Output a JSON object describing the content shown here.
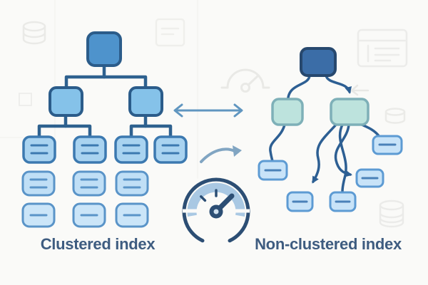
{
  "labels": {
    "left": "Clustered index",
    "right": "Non-clustered index"
  },
  "colors": {
    "background": "#fafaf8",
    "clustered_root_fill": "#4e93cc",
    "clustered_internal_fill": "#85c2e9",
    "clustered_leaf_row1_fill": "#a9d3f0",
    "clustered_leaf_row2_fill": "#c0dff6",
    "clustered_leaf_row3_fill": "#cbe5f8",
    "nonclustered_root_fill": "#3b6da7",
    "index_node_fill": "#bde3dd",
    "index_node_border": "#7eb0b8",
    "data_node_fill": "#c8e3f8",
    "data_node_border": "#5d9bd3",
    "connector": "#2d5f93",
    "node_border_dark": "#2b5c8a",
    "label_text": "#3e5c80",
    "gauge_dark": "#2c4e74",
    "gauge_light": "#a9c8e3",
    "double_arrow": "#6096c0",
    "curved_arrow": "#81a5c2",
    "faint_icon": "#eaeae7"
  },
  "diagram": {
    "left_tree": {
      "type": "balanced b-tree",
      "root_nodes": 1,
      "internal_nodes": 2,
      "leaf_row_counts": [
        4,
        3,
        3
      ]
    },
    "right_tree": {
      "type": "index nodes pointing to scattered data rows",
      "root_nodes": 1,
      "index_nodes": 2,
      "data_nodes": 5
    },
    "middle_icons": [
      "double-headed-arrow",
      "curved-arrow",
      "speedometer"
    ],
    "background_icons": [
      "database-cylinder",
      "document",
      "browser-window",
      "speedometer-outline",
      "database-cylinder-small",
      "database-cylinder-bottom",
      "left-arrow",
      "small-square"
    ]
  }
}
